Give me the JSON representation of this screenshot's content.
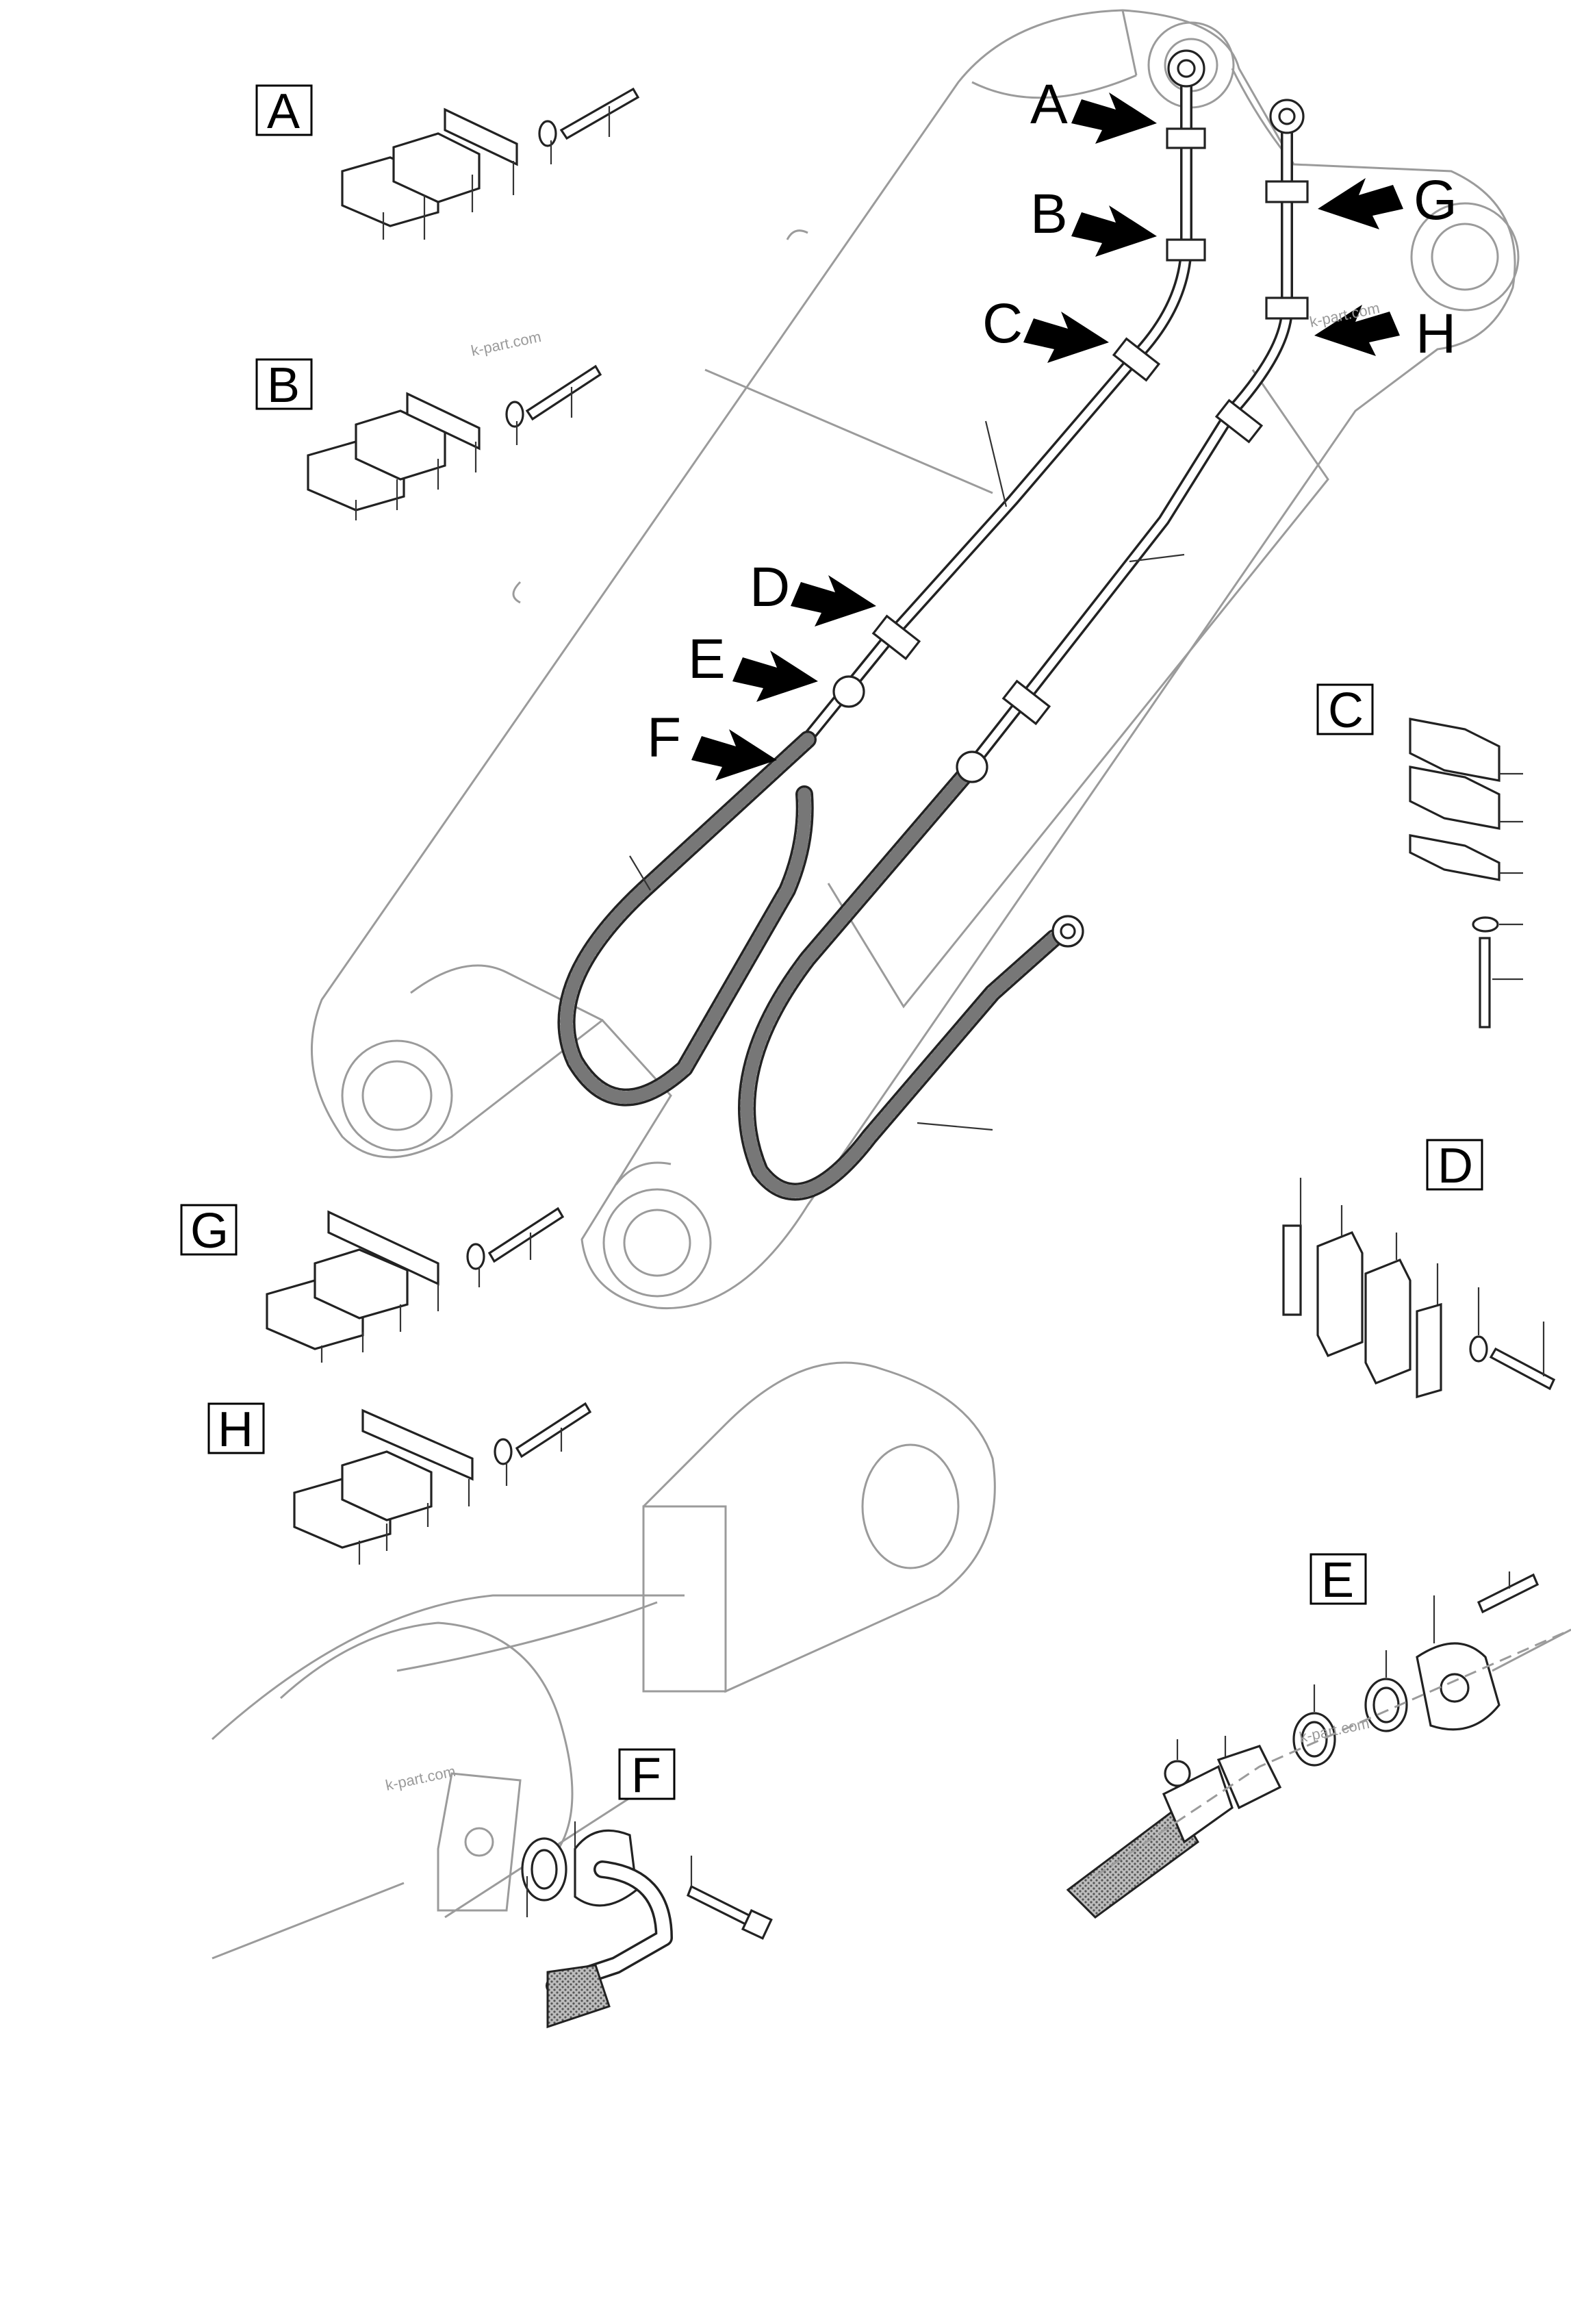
{
  "diagram": {
    "callouts": [
      "A",
      "B",
      "C",
      "D",
      "E",
      "F",
      "G",
      "H"
    ],
    "boxes": {
      "A": "A",
      "B": "B",
      "C": "C",
      "D": "D",
      "E": "E",
      "F": "F",
      "G": "G",
      "H": "H"
    },
    "watermark": "k-part.com"
  },
  "colors": {
    "line": "#222222",
    "outline_light": "#9b9b9b",
    "watermark": "#9a9a9a"
  }
}
